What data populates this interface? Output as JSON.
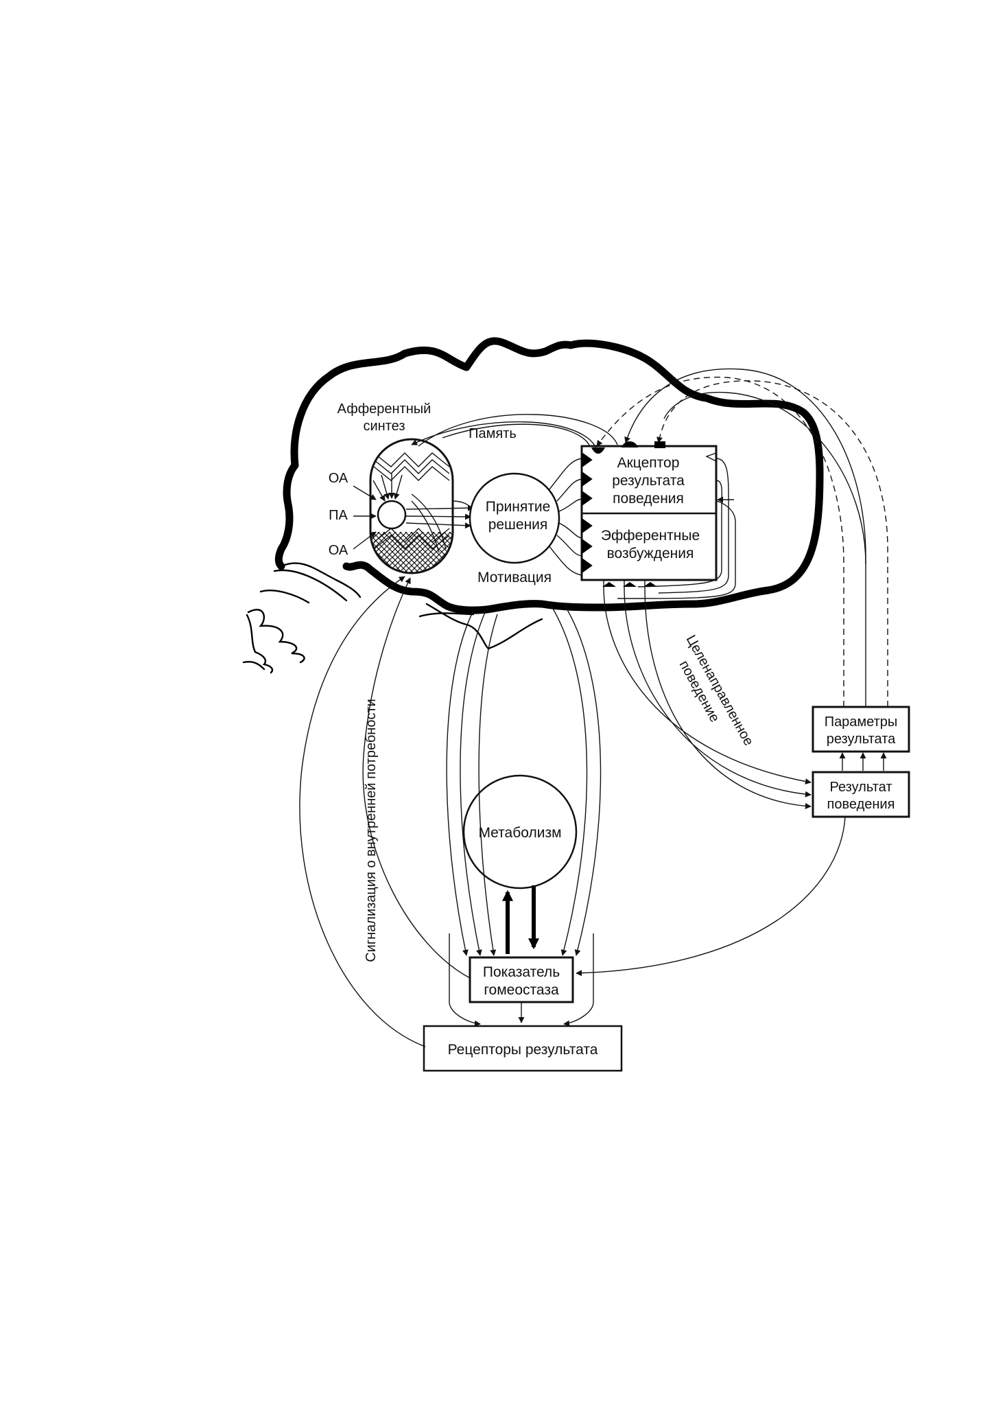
{
  "labels": {
    "afferent_line1": "Афферентный",
    "afferent_line2": "синтез",
    "memory": "Память",
    "oa_top": "ОА",
    "pa": "ПА",
    "oa_bottom": "ОА",
    "decision_line1": "Принятие",
    "decision_line2": "решения",
    "motivation": "Мотивация",
    "acceptor_line1": "Акцептор",
    "acceptor_line2": "результата",
    "acceptor_line3": "поведения",
    "efferent_line1": "Эфферентные",
    "efferent_line2": "возбуждения",
    "goal_line1": "Целенаправленное",
    "goal_line2": "поведение",
    "params_line1": "Параметры",
    "params_line2": "результата",
    "result_line1": "Результат",
    "result_line2": "поведения",
    "metabolism": "Метаболизм",
    "homeostasis_line1": "Показатель",
    "homeostasis_line2": "гомеостаза",
    "receptors": "Рецепторы результата",
    "signal": "Сигнализация о внутренней потребности"
  }
}
